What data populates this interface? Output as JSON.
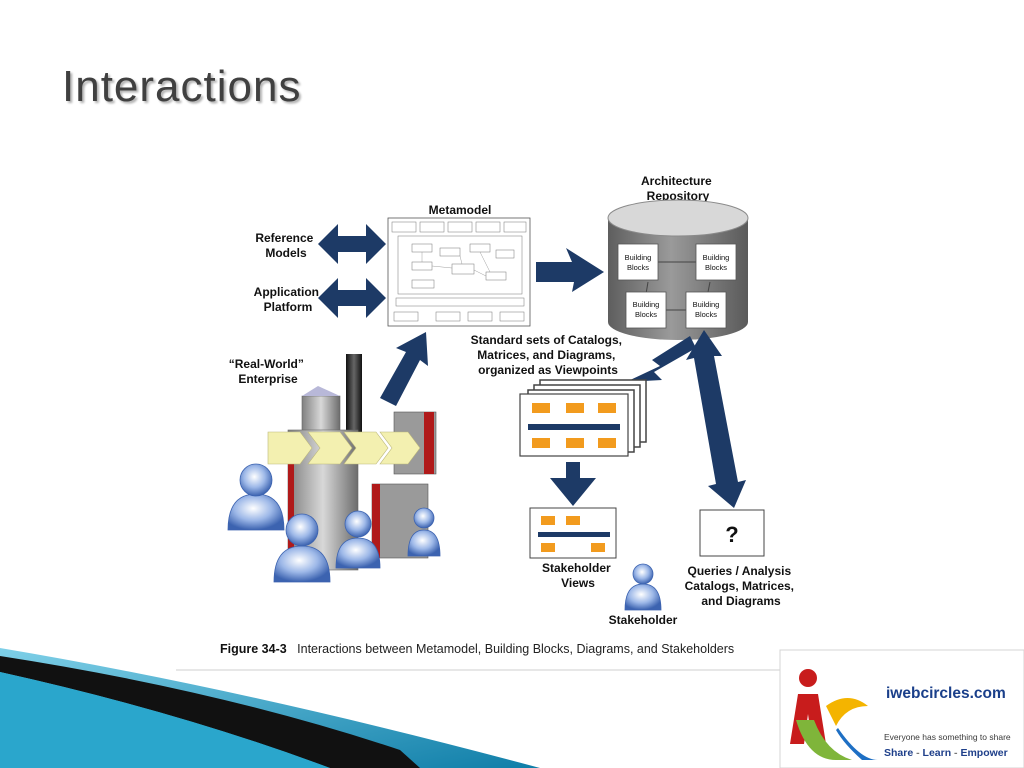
{
  "slide": {
    "title": "Interactions"
  },
  "diagram": {
    "metamodel_label": "Metamodel",
    "repository_label": [
      "Architecture",
      "Repository"
    ],
    "building_block_label": [
      "Building",
      "Blocks"
    ],
    "reference_models_label": [
      "Reference",
      "Models"
    ],
    "application_platform_label": [
      "Application",
      "Platform"
    ],
    "real_world_label": [
      "“Real-World”",
      "Enterprise"
    ],
    "standard_sets_label": [
      "Standard sets of Catalogs,",
      "Matrices, and Diagrams,",
      "organized as Viewpoints"
    ],
    "stakeholder_views_label": [
      "Stakeholder",
      "Views"
    ],
    "stakeholder_label": "Stakeholder",
    "query_symbol": "?",
    "queries_label": [
      "Queries / Analysis",
      "Catalogs, Matrices,",
      "and Diagrams"
    ],
    "caption_figure": "Figure 34-3",
    "caption_text": "Interactions between Metamodel, Building Blocks, Diagrams, and Stakeholders"
  },
  "logo": {
    "name": "iwebcircles.com",
    "slogan": "Everyone has something to share",
    "tagline": [
      "Share",
      "Learn",
      "Empower"
    ],
    "separator": " - "
  },
  "colors": {
    "arrow_blue": "#1d3a66",
    "cylinder_gray": "#7a7a7a",
    "chevron_yellow": "#f3f0b0",
    "diagram_orange": "#f29b1e",
    "diagram_navy": "#1d3a66",
    "title_gray": "#404040",
    "accent_teal": "#1c8fb4"
  }
}
